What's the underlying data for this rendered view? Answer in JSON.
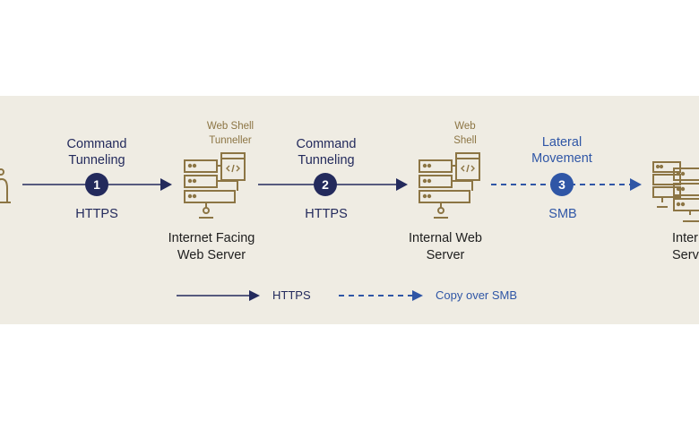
{
  "colors": {
    "background": "#efece3",
    "https_line": "#232a5c",
    "smb_line": "#2f56a6",
    "icon": "#8c7544",
    "node_text": "#1e1e1e"
  },
  "steps": [
    {
      "number": "1",
      "title_line1": "Command",
      "title_line2": "Tunneling",
      "protocol": "HTTPS",
      "style": "solid"
    },
    {
      "number": "2",
      "title_line1": "Command",
      "title_line2": "Tunneling",
      "protocol": "HTTPS",
      "style": "solid"
    },
    {
      "number": "3",
      "title_line1": "Lateral",
      "title_line2": "Movement",
      "protocol": "SMB",
      "style": "dashed"
    }
  ],
  "nodes": [
    {
      "icon": "attacker-user-icon",
      "label_line1": "",
      "label_line2": ""
    },
    {
      "icon": "web-server-icon",
      "annotation_line1": "Web Shell",
      "annotation_line2": "Tunneller",
      "label_line1": "Internet Facing",
      "label_line2": "Web Server"
    },
    {
      "icon": "web-server-icon",
      "annotation_line1": "Web",
      "annotation_line2": "Shell",
      "label_line1": "Internal Web",
      "label_line2": "Server"
    },
    {
      "icon": "server-cluster-icon",
      "label_line1": "Inter",
      "label_line2": "Serv"
    }
  ],
  "legend": [
    {
      "style": "solid",
      "label": "HTTPS"
    },
    {
      "style": "dashed",
      "label": "Copy over SMB"
    }
  ]
}
